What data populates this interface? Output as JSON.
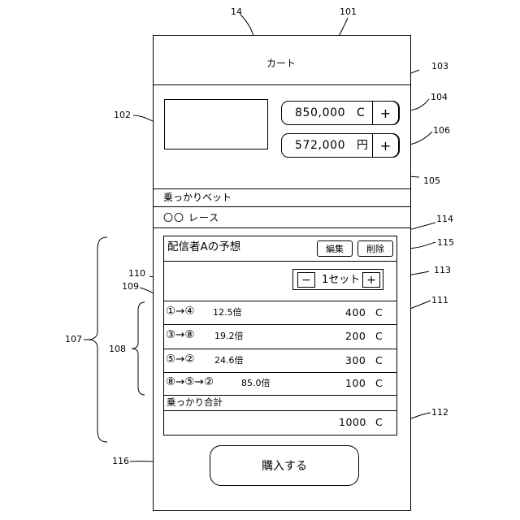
{
  "refs": {
    "r14": "14",
    "r101": "101",
    "r102": "102",
    "r103": "103",
    "r104": "104",
    "r105": "105",
    "r106": "106",
    "r107": "107",
    "r108": "108",
    "r109": "109",
    "r110": "110",
    "r111": "111",
    "r112": "112",
    "r113": "113",
    "r114": "114",
    "r115": "115",
    "r116": "116"
  },
  "screen": {
    "title": "カート",
    "coins": {
      "value": "850,000",
      "unit": "C",
      "add": "+"
    },
    "yen": {
      "value": "572,000",
      "unit": "円",
      "add": "+"
    },
    "section_label": "乗っかりベット",
    "race_name": "〇〇 レース",
    "card": {
      "title": "配信者Aの予想",
      "edit_label": "編集",
      "delete_label": "削除",
      "minus": "−",
      "set_label": "1セット",
      "plus": "+",
      "rows": [
        {
          "combo": "①→④",
          "odds": "12.5倍",
          "amount": "400",
          "unit": "C"
        },
        {
          "combo": "③→⑧",
          "odds": "19.2倍",
          "amount": "200",
          "unit": "C"
        },
        {
          "combo": "⑤→②",
          "odds": "24.6倍",
          "amount": "300",
          "unit": "C"
        },
        {
          "combo": "⑧→⑤→②",
          "odds": "85.0倍",
          "amount": "100",
          "unit": "C"
        }
      ],
      "total_label": "乗っかり合計",
      "total_amount": "1000",
      "total_unit": "C"
    },
    "purchase_label": "購入する"
  }
}
